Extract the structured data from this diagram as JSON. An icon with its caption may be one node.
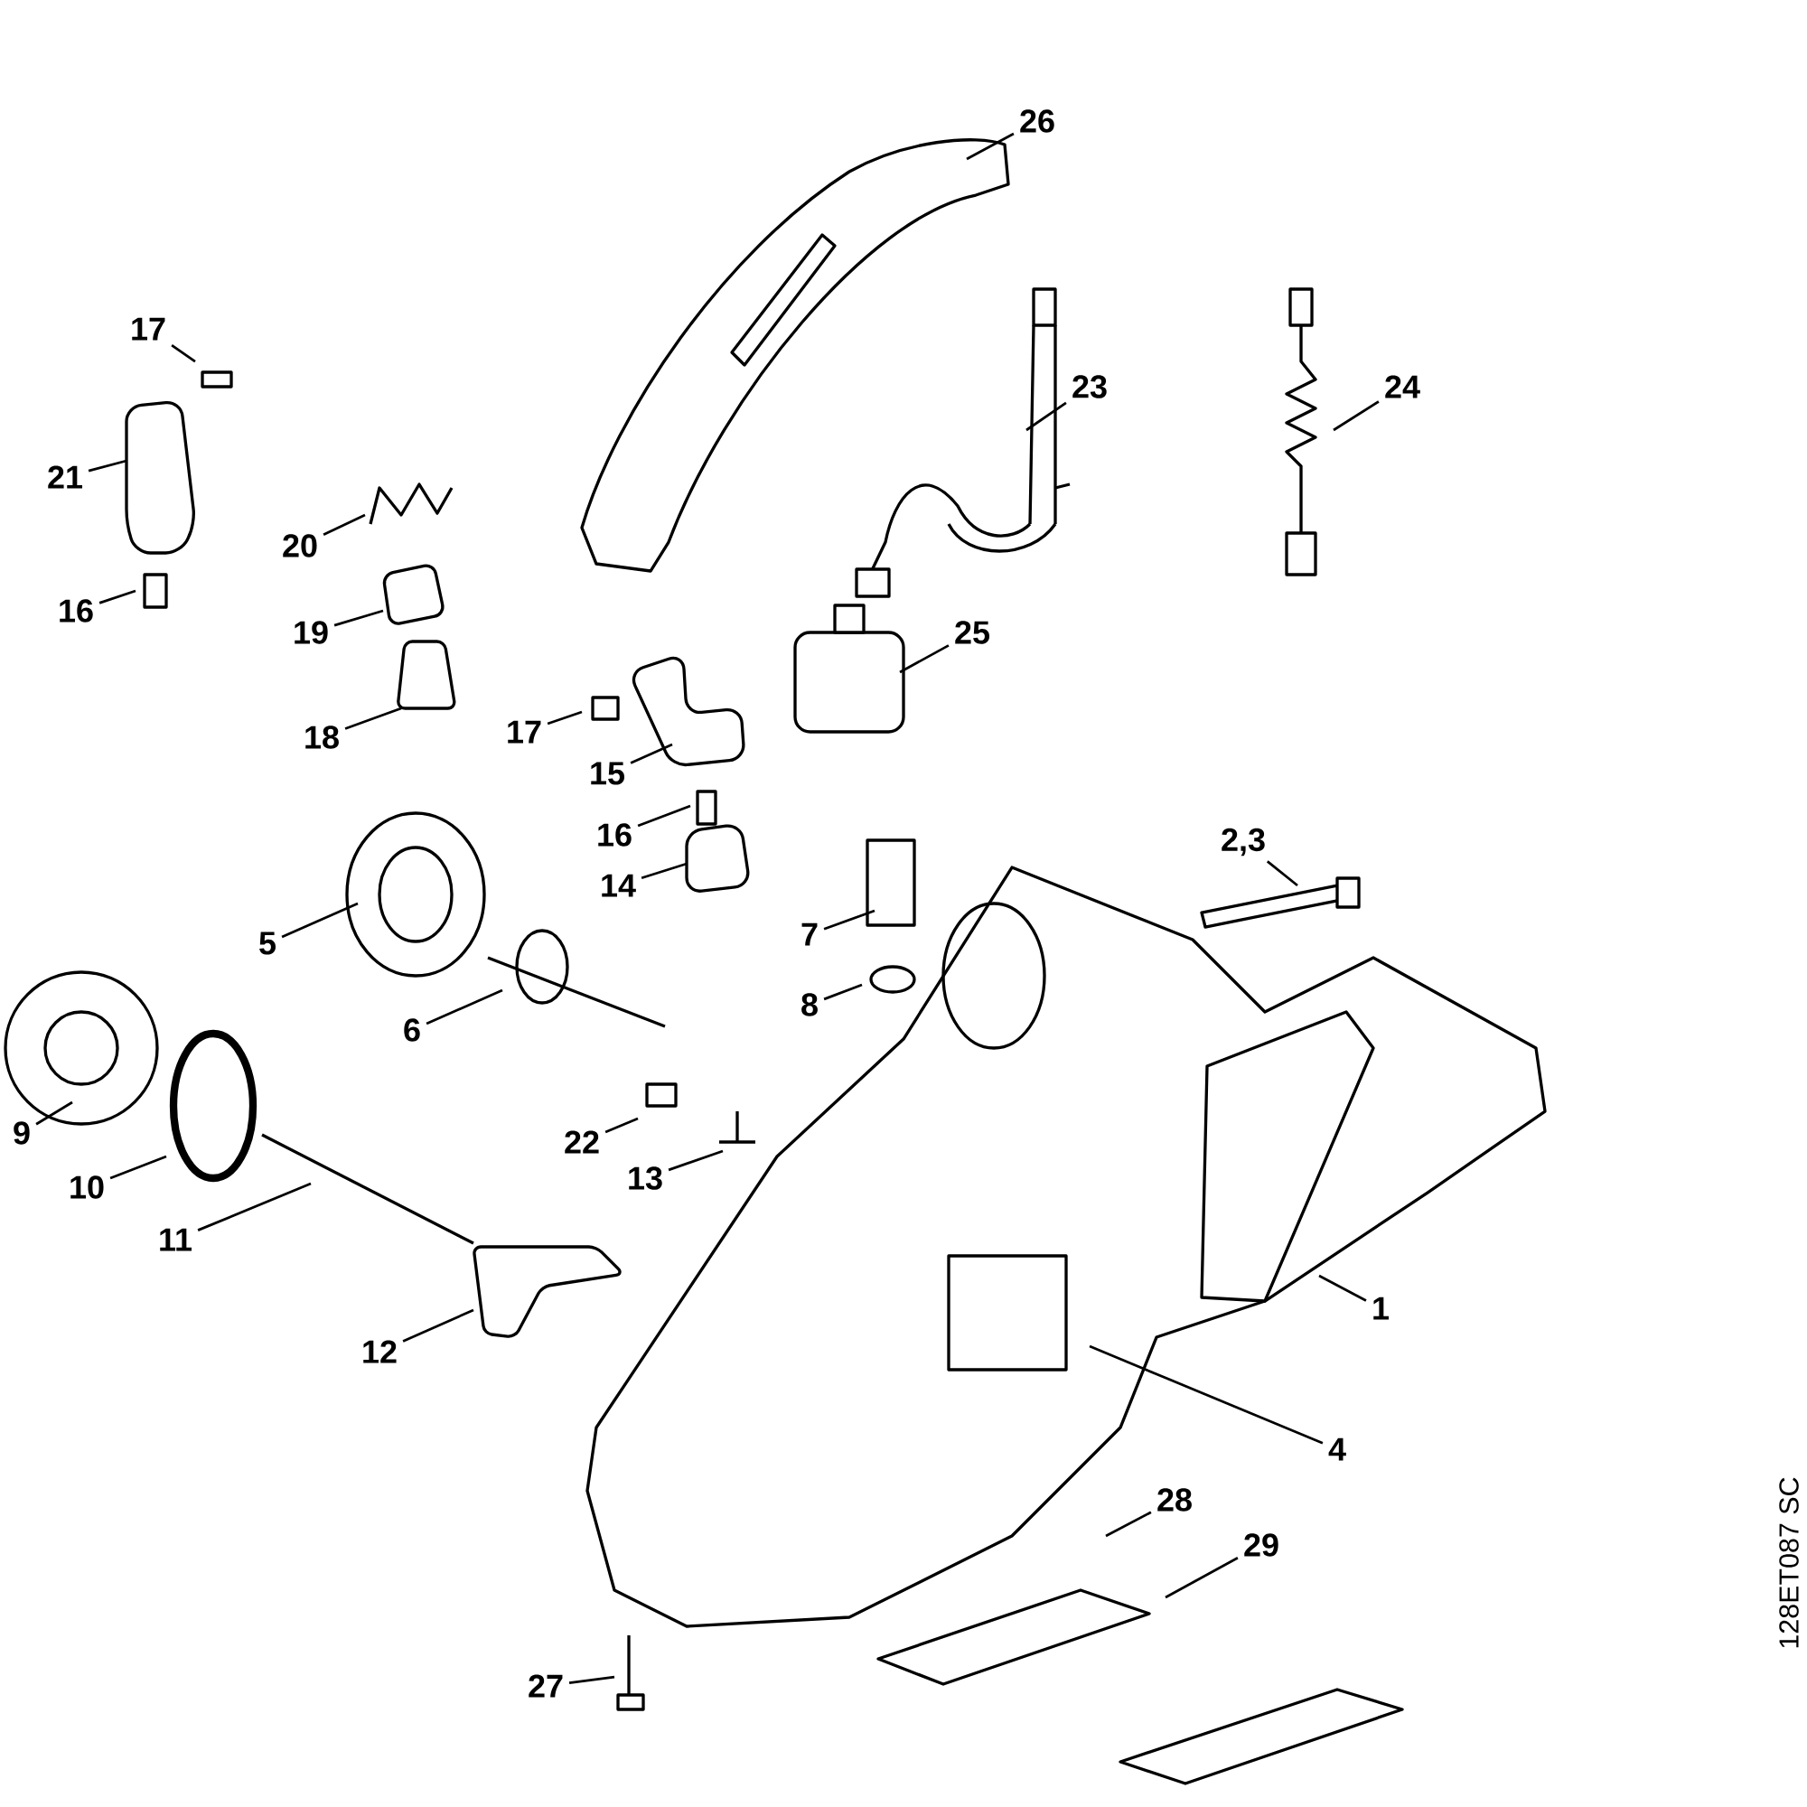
{
  "diagram": {
    "nodes": [
      {
        "text": [
          "26"
        ]
      },
      {
        "text": [
          "17"
        ]
      },
      {
        "text": [
          "23"
        ]
      },
      {
        "text": [
          "24"
        ]
      },
      {
        "text": [
          "21"
        ]
      },
      {
        "text": [
          "20"
        ]
      },
      {
        "text": [
          "16"
        ]
      },
      {
        "text": [
          "19"
        ]
      },
      {
        "text": [
          "25"
        ]
      },
      {
        "text": [
          "18"
        ]
      },
      {
        "text": [
          "17"
        ]
      },
      {
        "text": [
          "15"
        ]
      },
      {
        "text": [
          "16"
        ]
      },
      {
        "text": [
          "14"
        ]
      },
      {
        "text": [
          "2,3"
        ]
      },
      {
        "text": [
          "5"
        ]
      },
      {
        "text": [
          "7"
        ]
      },
      {
        "text": [
          "8"
        ]
      },
      {
        "text": [
          "6"
        ]
      },
      {
        "text": [
          "9"
        ]
      },
      {
        "text": [
          "10"
        ]
      },
      {
        "text": [
          "22"
        ]
      },
      {
        "text": [
          "13"
        ]
      },
      {
        "text": [
          "11"
        ]
      },
      {
        "text": [
          "1"
        ]
      },
      {
        "text": [
          "12"
        ]
      },
      {
        "text": [
          "4"
        ]
      },
      {
        "text": [
          "28"
        ]
      },
      {
        "text": [
          "29"
        ]
      },
      {
        "text": [
          "27"
        ]
      }
    ],
    "edges": [
      {
        "from": 0,
        "to": null,
        "arrow": "none"
      },
      {
        "from": 1,
        "to": null,
        "arrow": "none"
      },
      {
        "from": 2,
        "to": null,
        "arrow": "none"
      },
      {
        "from": 3,
        "to": null,
        "arrow": "none"
      },
      {
        "from": 4,
        "to": null,
        "arrow": "none"
      },
      {
        "from": 5,
        "to": null,
        "arrow": "none"
      },
      {
        "from": 6,
        "to": null,
        "arrow": "none"
      },
      {
        "from": 7,
        "to": null,
        "arrow": "none"
      },
      {
        "from": 8,
        "to": null,
        "arrow": "none"
      },
      {
        "from": 9,
        "to": null,
        "arrow": "none"
      },
      {
        "from": 10,
        "to": null,
        "arrow": "none"
      },
      {
        "from": 11,
        "to": null,
        "arrow": "none"
      },
      {
        "from": 12,
        "to": null,
        "arrow": "none"
      },
      {
        "from": 13,
        "to": null,
        "arrow": "none"
      },
      {
        "from": 14,
        "to": null,
        "arrow": "none"
      },
      {
        "from": 15,
        "to": null,
        "arrow": "none"
      },
      {
        "from": 16,
        "to": null,
        "arrow": "none"
      },
      {
        "from": 17,
        "to": null,
        "arrow": "none"
      },
      {
        "from": 18,
        "to": null,
        "arrow": "none"
      },
      {
        "from": 19,
        "to": null,
        "arrow": "none"
      },
      {
        "from": 20,
        "to": null,
        "arrow": "none"
      },
      {
        "from": 21,
        "to": null,
        "arrow": "none"
      },
      {
        "from": 22,
        "to": null,
        "arrow": "none"
      },
      {
        "from": 23,
        "to": null,
        "arrow": "none"
      },
      {
        "from": 24,
        "to": null,
        "arrow": "none"
      },
      {
        "from": 25,
        "to": null,
        "arrow": "none"
      },
      {
        "from": 26,
        "to": null,
        "arrow": "none"
      },
      {
        "from": 27,
        "to": null,
        "arrow": "none"
      },
      {
        "from": 28,
        "to": null,
        "arrow": "none"
      },
      {
        "from": 29,
        "to": null,
        "arrow": "none"
      }
    ],
    "labels": [
      "128ET087 SC"
    ]
  }
}
